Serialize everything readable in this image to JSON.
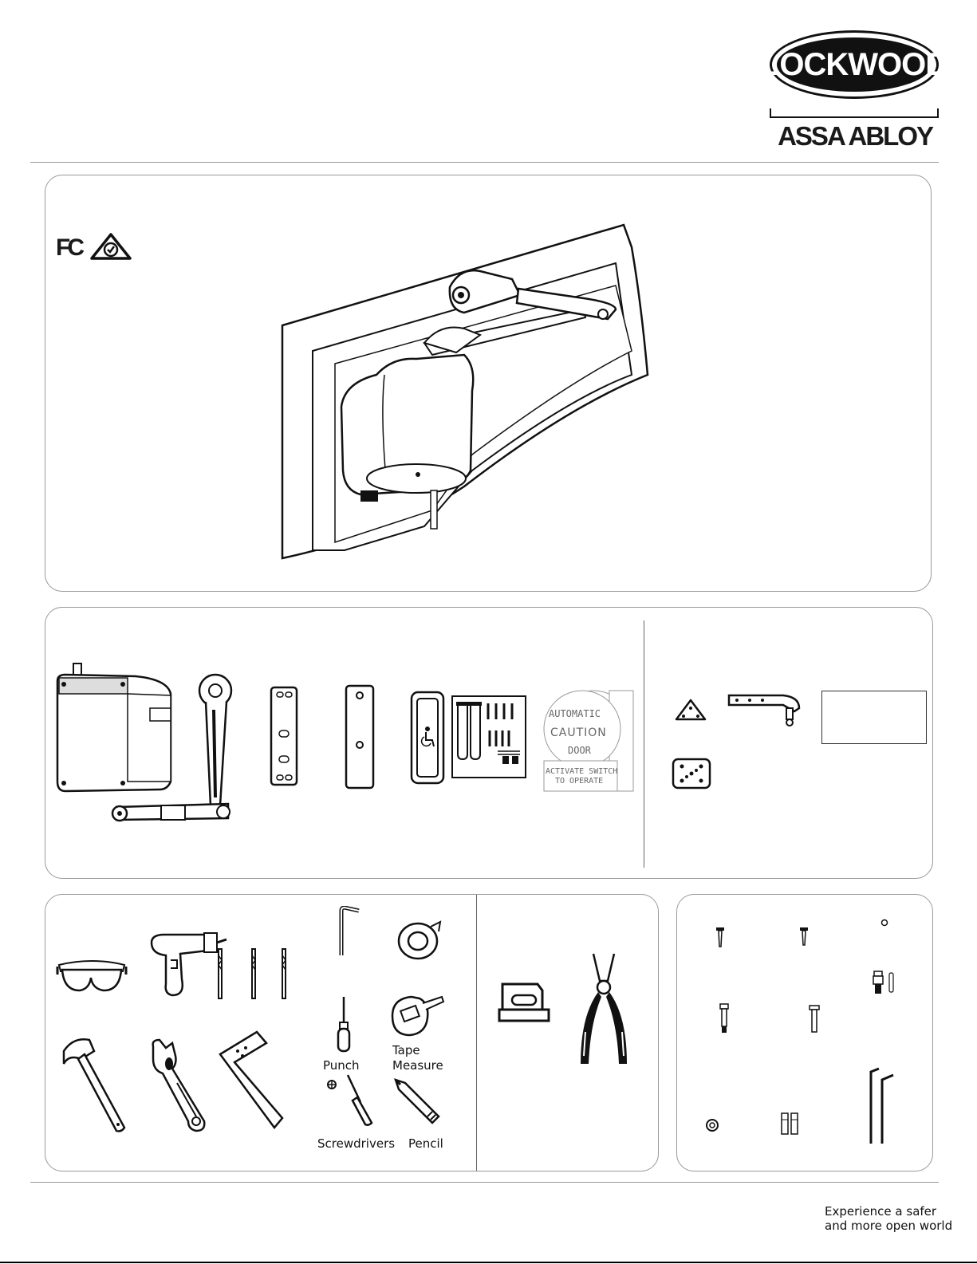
{
  "header": {
    "brand": "LOCKWOOD",
    "parent_brand": "ASSA ABLOY"
  },
  "certifications": {
    "fcc": "FC",
    "rcm_icon": "rcm-compliance-icon"
  },
  "tools": {
    "punch": "Punch",
    "tape_measure_line1": "Tape",
    "tape_measure_line2": "Measure",
    "screwdrivers": "Screwdrivers",
    "pencil": "Pencil"
  },
  "sign": {
    "line1": "AUTOMATIC",
    "line2": "CAUTION",
    "line3": "DOOR",
    "line4": "ACTIVATE SWITCH",
    "line5": "TO OPERATE"
  },
  "footer": {
    "tagline_line1": "Experience a safer",
    "tagline_line2": "and more open world"
  }
}
